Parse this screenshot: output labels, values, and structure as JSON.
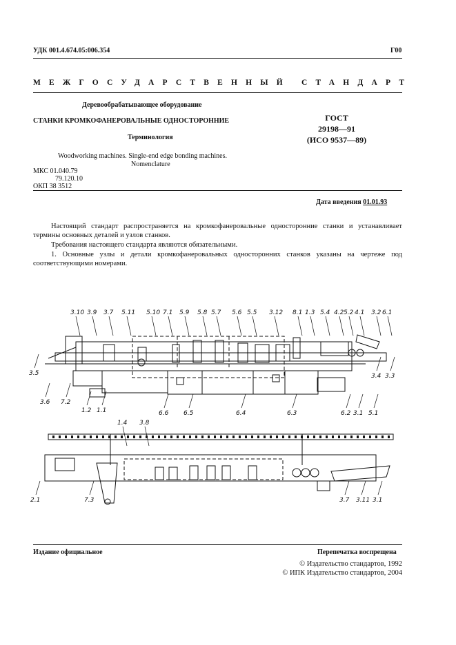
{
  "header": {
    "udk": "УДК 001.4.674.05:006.354",
    "group_code": "Г00",
    "interstate": "МЕЖГОСУДАРСТВЕННЫЙ СТАНДАРТ"
  },
  "titles": {
    "category": "Деревообрабатывающее оборудование",
    "main": "СТАНКИ КРОМКОФАНЕРОВАЛЬНЫЕ ОДНОСТОРОННИЕ",
    "sub": "Терминология",
    "english_line1": "Woodworking machines. Single-end edge bonding machines.",
    "english_line2": "Nomenclature"
  },
  "gost": {
    "line1": "ГОСТ",
    "line2": "29198—91",
    "line3": "(ИСО 9537—89)"
  },
  "classification": {
    "mks_line1": "МКС 01.040.79",
    "mks_line2": "79.120.10",
    "okp": "ОКП 38 3512"
  },
  "effective": {
    "label": "Дата введения",
    "date": "01.01.93"
  },
  "body": {
    "p1": "Настоящий стандарт распространяется на кромкофанеровальные односторонние станки и устанавливает термины основных деталей и узлов станков.",
    "p2": "Требования настоящего стандарта являются обязательными.",
    "p3": "1. Основные узлы и детали кромкофанеровальных односторонних станков указаны на чертеже под соответствующими номерами."
  },
  "drawing_labels": {
    "top": [
      "3.10",
      "3.9",
      "3.7",
      "5.11",
      "5.10",
      "7.1",
      "5.9",
      "5.8",
      "5.7",
      "5.6",
      "5.5",
      "3.12",
      "8.1",
      "1.3",
      "5.4",
      "4.2",
      "5.2",
      "4.1",
      "3.2",
      "6.1"
    ],
    "left": [
      "3.5",
      "3.6",
      "7.2",
      "1.2",
      "1.1"
    ],
    "bottom": [
      "6.6",
      "6.5",
      "6.4",
      "6.3",
      "6.2",
      "3.1",
      "5.1"
    ],
    "right": [
      "3.4",
      "3.3"
    ],
    "plan_top": [
      "1.4",
      "3.8"
    ],
    "plan_bottom": [
      "2.1",
      "7.3",
      "3.7",
      "3.11",
      "3.1"
    ]
  },
  "footer": {
    "edition": "Издание официальное",
    "reprint": "Перепечатка воспрещена",
    "copyright1": "© Издательство стандартов, 1992",
    "copyright2": "© ИПК Издательство стандартов, 2004"
  }
}
